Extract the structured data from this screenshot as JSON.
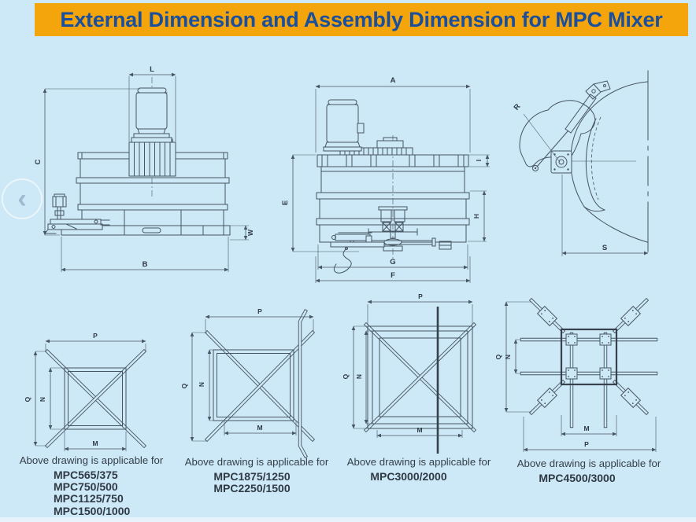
{
  "title_banner": {
    "text": "External Dimension and Assembly Dimension for MPC Mixer",
    "bg_color": "#F4A50B",
    "text_color": "#1A4F9E"
  },
  "page": {
    "bg_color": "#CDE8F6",
    "drawing_line_color": "#475663"
  },
  "nav": {
    "prev_icon_glyph": "‹"
  },
  "top_drawings": {
    "side_view": {
      "description": "Mixer side elevation with external dimensions",
      "labels": {
        "top_width": "L",
        "left_height": "C",
        "bottom_width": "B",
        "base_height": "W"
      }
    },
    "front_view": {
      "description": "Mixer front elevation with assembly dimensions",
      "labels": {
        "top_width": "A",
        "left_height": "E",
        "ring_height": "I",
        "body_height": "H",
        "bottom_inner_width": "G",
        "bottom_outer_width": "F"
      }
    },
    "swing_view": {
      "description": "Discharge door swing radius detail",
      "labels": {
        "radius": "R",
        "swing_width": "S"
      }
    }
  },
  "bottom_drawings": [
    {
      "caption": "Above drawing is applicable for",
      "models": [
        "MPC565/375",
        "MPC750/500",
        "MPC1125/750",
        "MPC1500/1000"
      ],
      "labels": {
        "top_width": "P",
        "left_outer": "Q",
        "left_inner": "N",
        "bottom_width": "M"
      }
    },
    {
      "caption": "Above drawing is applicable for",
      "models": [
        "MPC1875/1250",
        "MPC2250/1500"
      ],
      "labels": {
        "top_width": "P",
        "left_outer": "Q",
        "left_inner": "N",
        "bottom_width": "M"
      }
    },
    {
      "caption": "Above drawing is applicable for",
      "models": [
        "MPC3000/2000"
      ],
      "labels": {
        "top_width": "P",
        "left_outer": "Q",
        "left_inner": "N",
        "bottom_width": "M"
      }
    },
    {
      "caption": "Above drawing is applicable for",
      "models": [
        "MPC4500/3000"
      ],
      "labels": {
        "left_outer": "Q",
        "left_inner": "N",
        "bottom_width": "M",
        "top_width": "P"
      }
    }
  ]
}
